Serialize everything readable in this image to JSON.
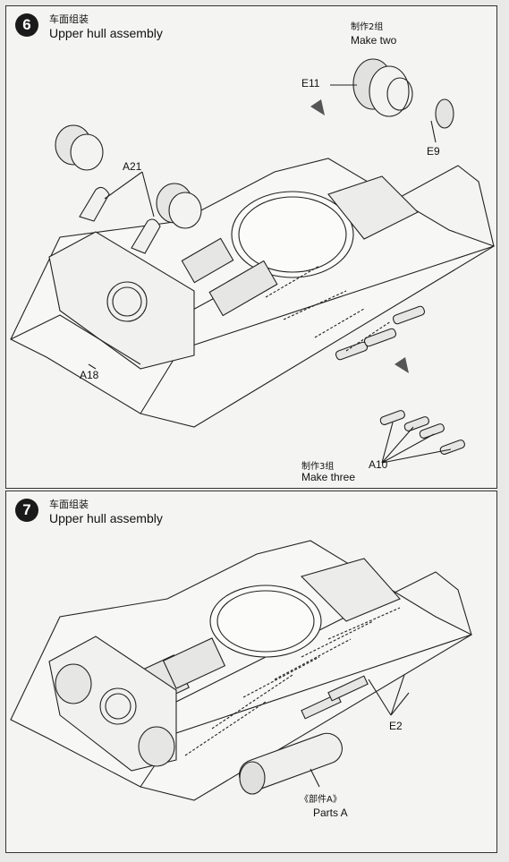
{
  "step6": {
    "number": "6",
    "title_cn": "车面组装",
    "title_en": "Upper hull assembly",
    "make_two_cn": "制作2组",
    "make_two_en": "Make two",
    "make_three_cn": "制作3组",
    "make_three_en": "Make three",
    "labels": {
      "e11": "E11",
      "e9": "E9",
      "a21": "A21",
      "a18": "A18",
      "a10": "A10"
    }
  },
  "step7": {
    "number": "7",
    "title_cn": "车面组装",
    "title_en": "Upper hull assembly",
    "parts_cn": "《部件A》",
    "parts_en": "Parts A",
    "labels": {
      "e2": "E2"
    }
  }
}
